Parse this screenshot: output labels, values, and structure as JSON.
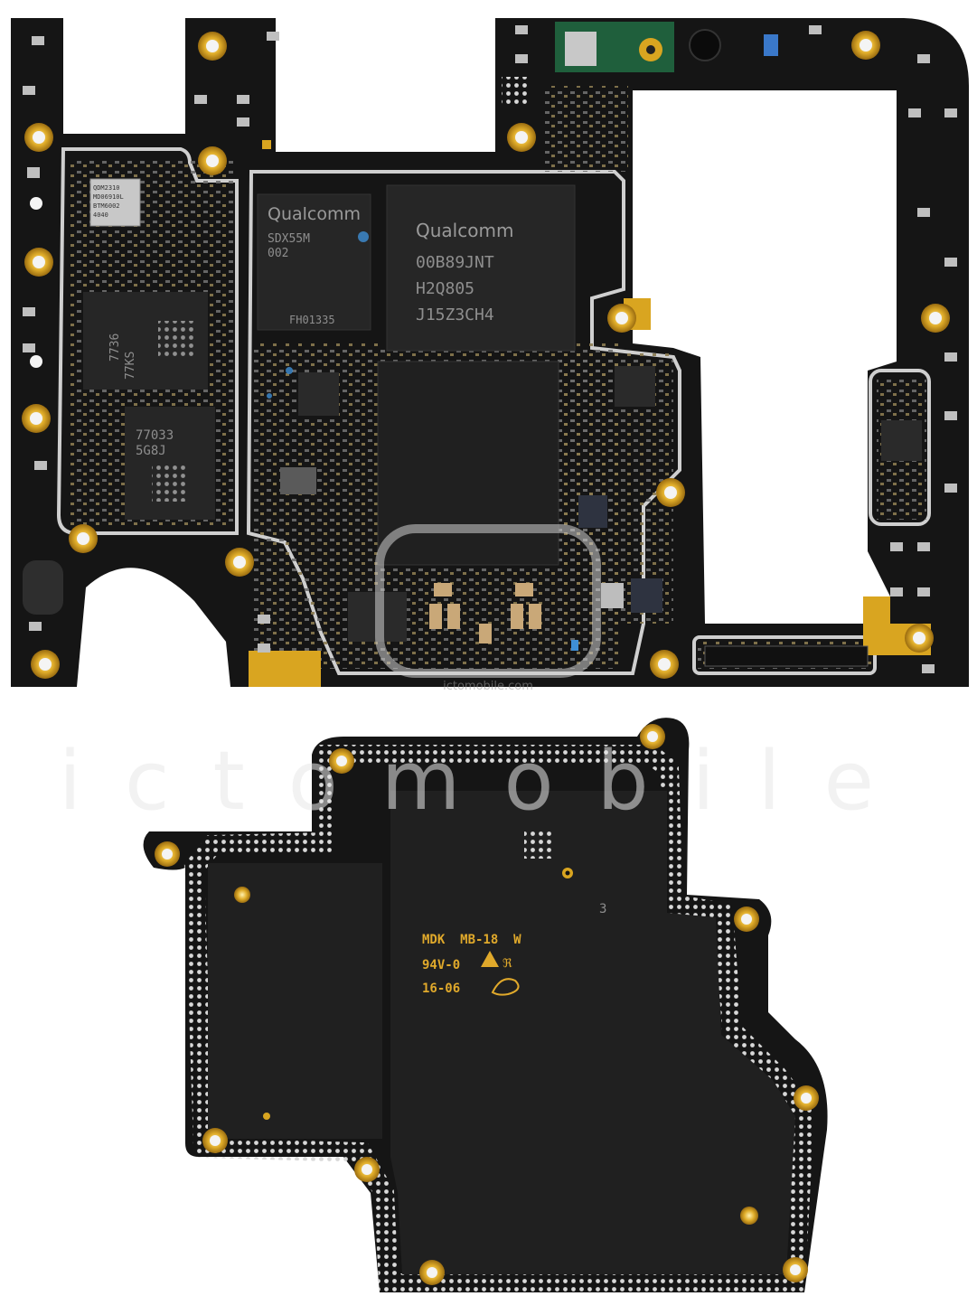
{
  "top_board": {
    "modem_chip": {
      "brand": "Qualcomm",
      "lines": [
        "SDX55M",
        "002"
      ],
      "code": "FH01335"
    },
    "memory_chip": {
      "brand": "Qualcomm",
      "lines": [
        "00B89JNT",
        "H2Q805",
        "J15Z3CH4"
      ]
    },
    "chip_77033": {
      "lines": [
        "77033",
        "5G8J"
      ]
    },
    "chip_7736": {
      "lines": [
        "7736",
        "77KS"
      ]
    },
    "chip_qdm": {
      "lines": [
        "QDM2310",
        "MD06910L",
        "BTM6002",
        "4040"
      ]
    }
  },
  "bottom_board": {
    "silkscreen": [
      "MDK  MB-18  W",
      "94V-0",
      "16-06"
    ],
    "mark_3": "3"
  },
  "watermark": {
    "large": "ictomobile",
    "small": "ictomobile.com"
  },
  "colors": {
    "pcb": "#151515",
    "gold": "#d9a520",
    "silver": "#c9c9c9",
    "chip": "#242424"
  }
}
